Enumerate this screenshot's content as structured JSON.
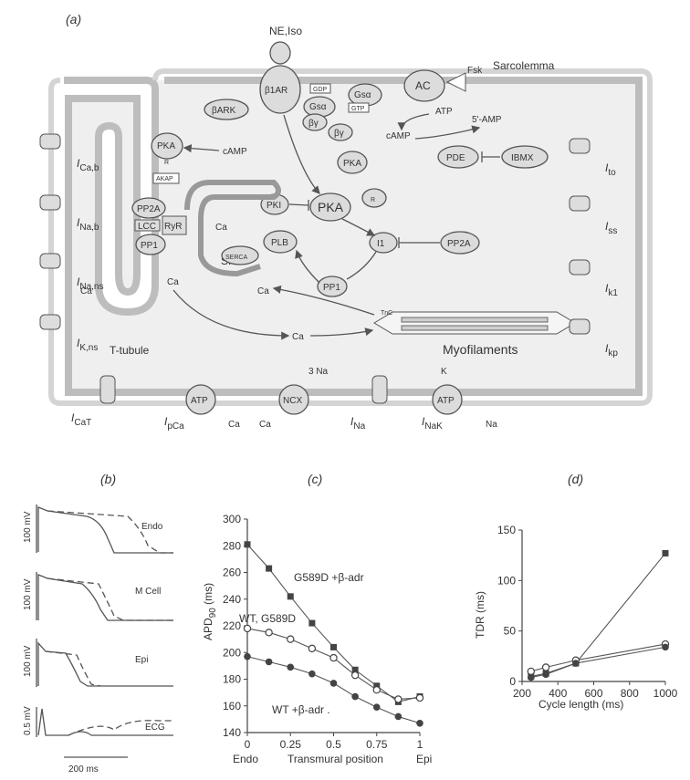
{
  "panel_a": {
    "label": "(a)",
    "stimulus": "NE,Iso",
    "fsk": "Fsk",
    "sarcolemma": "Sarcolemma",
    "proteins": {
      "b1ar": "β1AR",
      "bark": "βARK",
      "gsa": "Gsα",
      "gsa2": "Gsα",
      "gdp": "GDP",
      "gtp": "GTP",
      "bg1": "βγ",
      "bg2": "βγ",
      "ac": "AC",
      "atp_ac": "ATP",
      "camp_ac": "cAMP",
      "amp": "5'-AMP",
      "pde": "PDE",
      "ibmx": "IBMX",
      "pka_r": "PKA",
      "r_small": "R",
      "akap": "AKAP",
      "camp_left": "cAMP",
      "pka_c": "PKA",
      "r_c": "R",
      "pki": "PKI",
      "pka_main": "PKA",
      "pp2a_left": "PP2A",
      "lcc": "LCC",
      "ryr": "RyR",
      "pp1_left": "PP1",
      "serca": "SERCA",
      "plb": "PLB",
      "i1": "I1",
      "pp2a_right": "PP2A",
      "pp1_right": "PP1",
      "sr": "SR",
      "ca_sr": "Ca",
      "ca1": "Ca",
      "ca2": "Ca",
      "ca3": "Ca",
      "ca_tt": "Ca",
      "tnc": "TnC",
      "myofilaments": "Myofilaments",
      "ttubule": "T-tubule",
      "atp_p": "ATP",
      "ncx": "NCX",
      "atp_nak": "ATP",
      "ca_p": "Ca",
      "na3": "3 Na",
      "ca_ncx": "Ca",
      "k": "K",
      "na": "Na"
    },
    "currents_left": [
      {
        "main": "I",
        "sub": "Ca,b"
      },
      {
        "main": "I",
        "sub": "Na,b"
      },
      {
        "main": "I",
        "sub": "Na,ns"
      },
      {
        "main": "I",
        "sub": "K,ns"
      }
    ],
    "currents_right": [
      {
        "main": "I",
        "sub": "to"
      },
      {
        "main": "I",
        "sub": "ss"
      },
      {
        "main": "I",
        "sub": "k1"
      },
      {
        "main": "I",
        "sub": "kp"
      }
    ],
    "currents_bottom": [
      {
        "main": "I",
        "sub": "CaT"
      },
      {
        "main": "I",
        "sub": "pCa"
      },
      {
        "main": "I",
        "sub": "Na"
      },
      {
        "main": "I",
        "sub": "NaK"
      }
    ]
  },
  "panel_b": {
    "label": "(b)",
    "traces": [
      {
        "name": "Endo",
        "scale": "100 mV"
      },
      {
        "name": "M Cell",
        "scale": "100 mV"
      },
      {
        "name": "Epi",
        "scale": "100 mV"
      },
      {
        "name": "ECG",
        "scale": "0.5 mV"
      }
    ],
    "time_scale": "200 ms"
  },
  "chart_data": [
    {
      "type": "line",
      "panel": "(c)",
      "ylabel_main": "APD",
      "ylabel_sub": "90",
      "ylabel_unit": "(ms)",
      "xlabel": "Transmural position",
      "x": [
        0,
        0.125,
        0.25,
        0.375,
        0.5,
        0.625,
        0.75,
        0.875,
        1
      ],
      "x_ticks": [
        0,
        0.25,
        0.5,
        0.75,
        1
      ],
      "x_tick_labels": [
        "0",
        "0.25",
        "0.5",
        "0.75",
        "1"
      ],
      "x_end_labels": [
        "Endo",
        "Epi"
      ],
      "xlim": [
        0,
        1
      ],
      "y_ticks": [
        140,
        160,
        180,
        200,
        220,
        240,
        260,
        280,
        300
      ],
      "ylim": [
        140,
        300
      ],
      "series": [
        {
          "name": "G589D +β-adr",
          "marker": "square",
          "values": [
            281,
            263,
            242,
            222,
            204,
            187,
            175,
            163,
            167
          ]
        },
        {
          "name": "WT, G589D",
          "marker": "open-circle",
          "values": [
            218,
            215,
            210,
            203,
            196,
            183,
            172,
            165,
            166
          ]
        },
        {
          "name": "WT +β-adr .",
          "marker": "filled-circle",
          "values": [
            197,
            193,
            189,
            184,
            177,
            167,
            159,
            152,
            147
          ]
        }
      ]
    },
    {
      "type": "line",
      "panel": "(d)",
      "ylabel": "TDR (ms)",
      "xlabel": "Cycle length (ms)",
      "x": [
        250,
        333,
        500,
        1000
      ],
      "x_ticks": [
        200,
        400,
        600,
        800,
        1000
      ],
      "xlim": [
        200,
        1000
      ],
      "y_ticks": [
        0,
        50,
        100,
        150
      ],
      "ylim": [
        0,
        150
      ],
      "series": [
        {
          "marker": "square",
          "values": [
            5,
            8,
            18,
            127
          ]
        },
        {
          "marker": "open-circle",
          "values": [
            10,
            14,
            21,
            37
          ]
        },
        {
          "marker": "filled-circle",
          "values": [
            4,
            7,
            18,
            34
          ]
        }
      ]
    }
  ]
}
